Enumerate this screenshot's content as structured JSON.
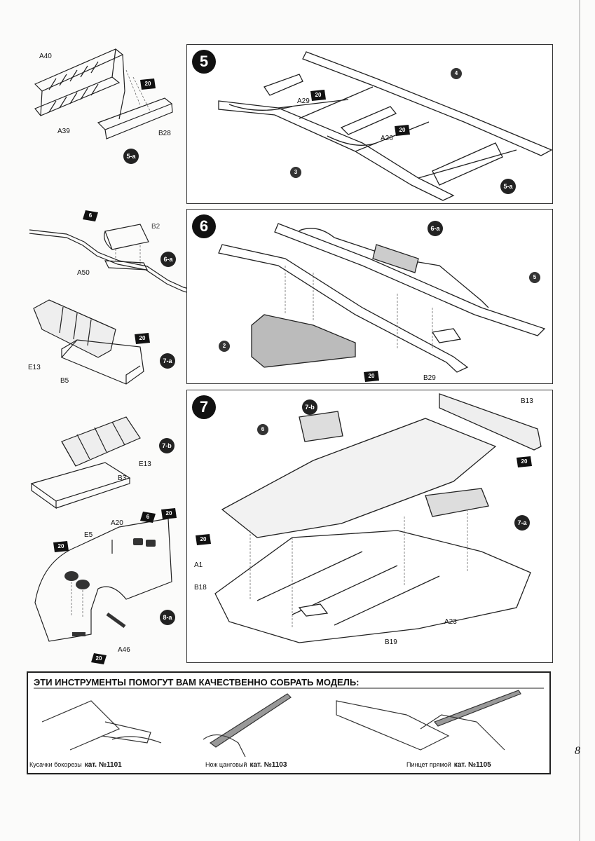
{
  "steps": [
    {
      "number": "5"
    },
    {
      "number": "6"
    },
    {
      "number": "7"
    }
  ],
  "sub_assemblies": {
    "s5a": "5-a",
    "s6a": "6-a",
    "s7a": "7-a",
    "s7b": "7-b",
    "s8a": "8-a"
  },
  "part_labels": {
    "A40": "A40",
    "A39": "A39",
    "B28": "B28",
    "A29": "A29",
    "A26": "A26",
    "B2": "B2",
    "A50": "A50",
    "E13": "E13",
    "B5": "B5",
    "B3": "B3",
    "A20": "A20",
    "E5": "E5",
    "A46": "A46",
    "B29": "B29",
    "B13": "B13",
    "A1": "A1",
    "B18": "B18",
    "A23": "A23",
    "B19": "B19"
  },
  "callouts": {
    "c4": "4",
    "c3": "3",
    "c2": "2",
    "c5": "5",
    "c6": "6"
  },
  "paint_codes": {
    "p20": "20",
    "p6": "6"
  },
  "tools": {
    "title": "ЭТИ ИНСТРУМЕНТЫ ПОМОГУТ ВАМ КАЧЕСТВЕННО СОБРАТЬ МОДЕЛЬ:",
    "items": [
      {
        "name": "Кусачки бокорезы",
        "cat": "кат. №1101"
      },
      {
        "name": "Нож цанговый",
        "cat": "кат. №1103"
      },
      {
        "name": "Пинцет прямой",
        "cat": "кат. №1105"
      }
    ]
  },
  "page_number": "8"
}
